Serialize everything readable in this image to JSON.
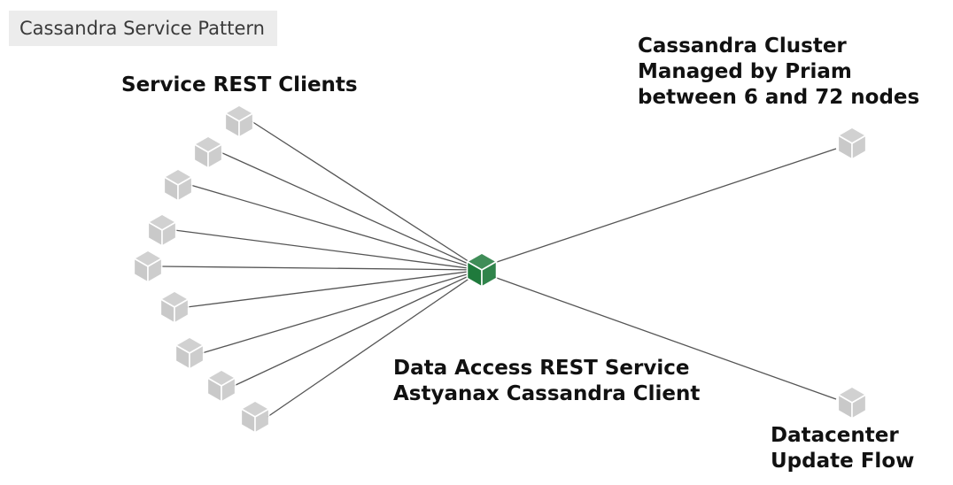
{
  "title": "Cassandra Service Pattern",
  "labels": {
    "clients": "Service REST Clients",
    "cluster": [
      "Cassandra Cluster",
      "Managed by Priam",
      "between 6 and 72 nodes"
    ],
    "service": [
      "Data Access REST Service",
      "Astyanax Cassandra Client"
    ],
    "datacenter": [
      "Datacenter",
      "Update Flow"
    ]
  },
  "colors": {
    "hub": "#1f7a3c",
    "node": "#c9c9c9",
    "edge": "#555555"
  }
}
